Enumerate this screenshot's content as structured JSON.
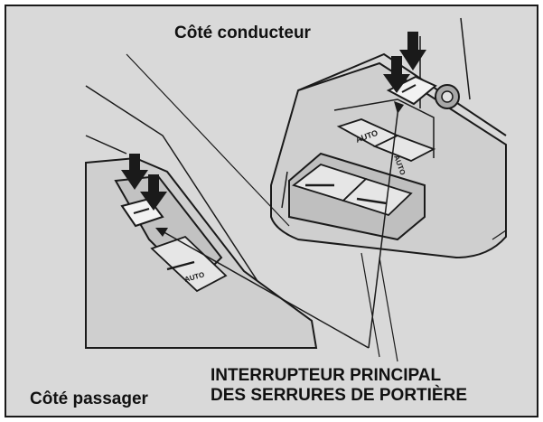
{
  "labels": {
    "driver_side": "Côté conducteur",
    "passenger_side": "Côté passager",
    "main_switch_line1": "INTERRUPTEUR PRINCIPAL",
    "main_switch_line2": "DES SERRURES DE PORTIÈRE"
  },
  "switch_text": {
    "auto": "AUTO"
  },
  "colors": {
    "background": "#d9d9d9",
    "outline": "#1a1a1a",
    "panel": "#c8c8c8",
    "button": "#b9b9b9",
    "frame": "#ffffff"
  }
}
